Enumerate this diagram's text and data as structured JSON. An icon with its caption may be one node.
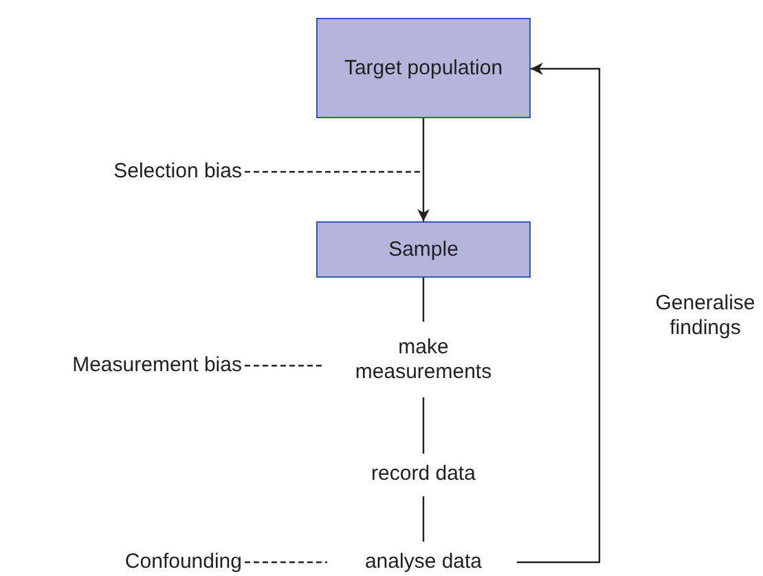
{
  "diagram": {
    "nodes": [
      {
        "text": [
          "Target population"
        ]
      },
      {
        "text": [
          "Sample"
        ]
      },
      {
        "text": [
          "make measurements"
        ]
      },
      {
        "text": [
          "record data"
        ]
      },
      {
        "text": [
          "analyse data"
        ]
      },
      {
        "text": [
          "Selection bias"
        ]
      },
      {
        "text": [
          "Measurement bias"
        ]
      },
      {
        "text": [
          "Confounding"
        ]
      }
    ],
    "edges": [
      {
        "from": 0,
        "to": 1,
        "arrow": "to"
      },
      {
        "from": 1,
        "to": 2,
        "arrow": "none"
      },
      {
        "from": 2,
        "to": 3,
        "arrow": "none"
      },
      {
        "from": 3,
        "to": 4,
        "arrow": "none"
      },
      {
        "from": 4,
        "to": 0,
        "arrow": "to",
        "label": "Generalise findings"
      },
      {
        "from": 5,
        "to": null,
        "arrow": "none",
        "style": "dashed"
      },
      {
        "from": 6,
        "to": 2,
        "arrow": "none",
        "style": "dashed"
      },
      {
        "from": 7,
        "to": 4,
        "arrow": "none",
        "style": "dashed"
      }
    ]
  }
}
